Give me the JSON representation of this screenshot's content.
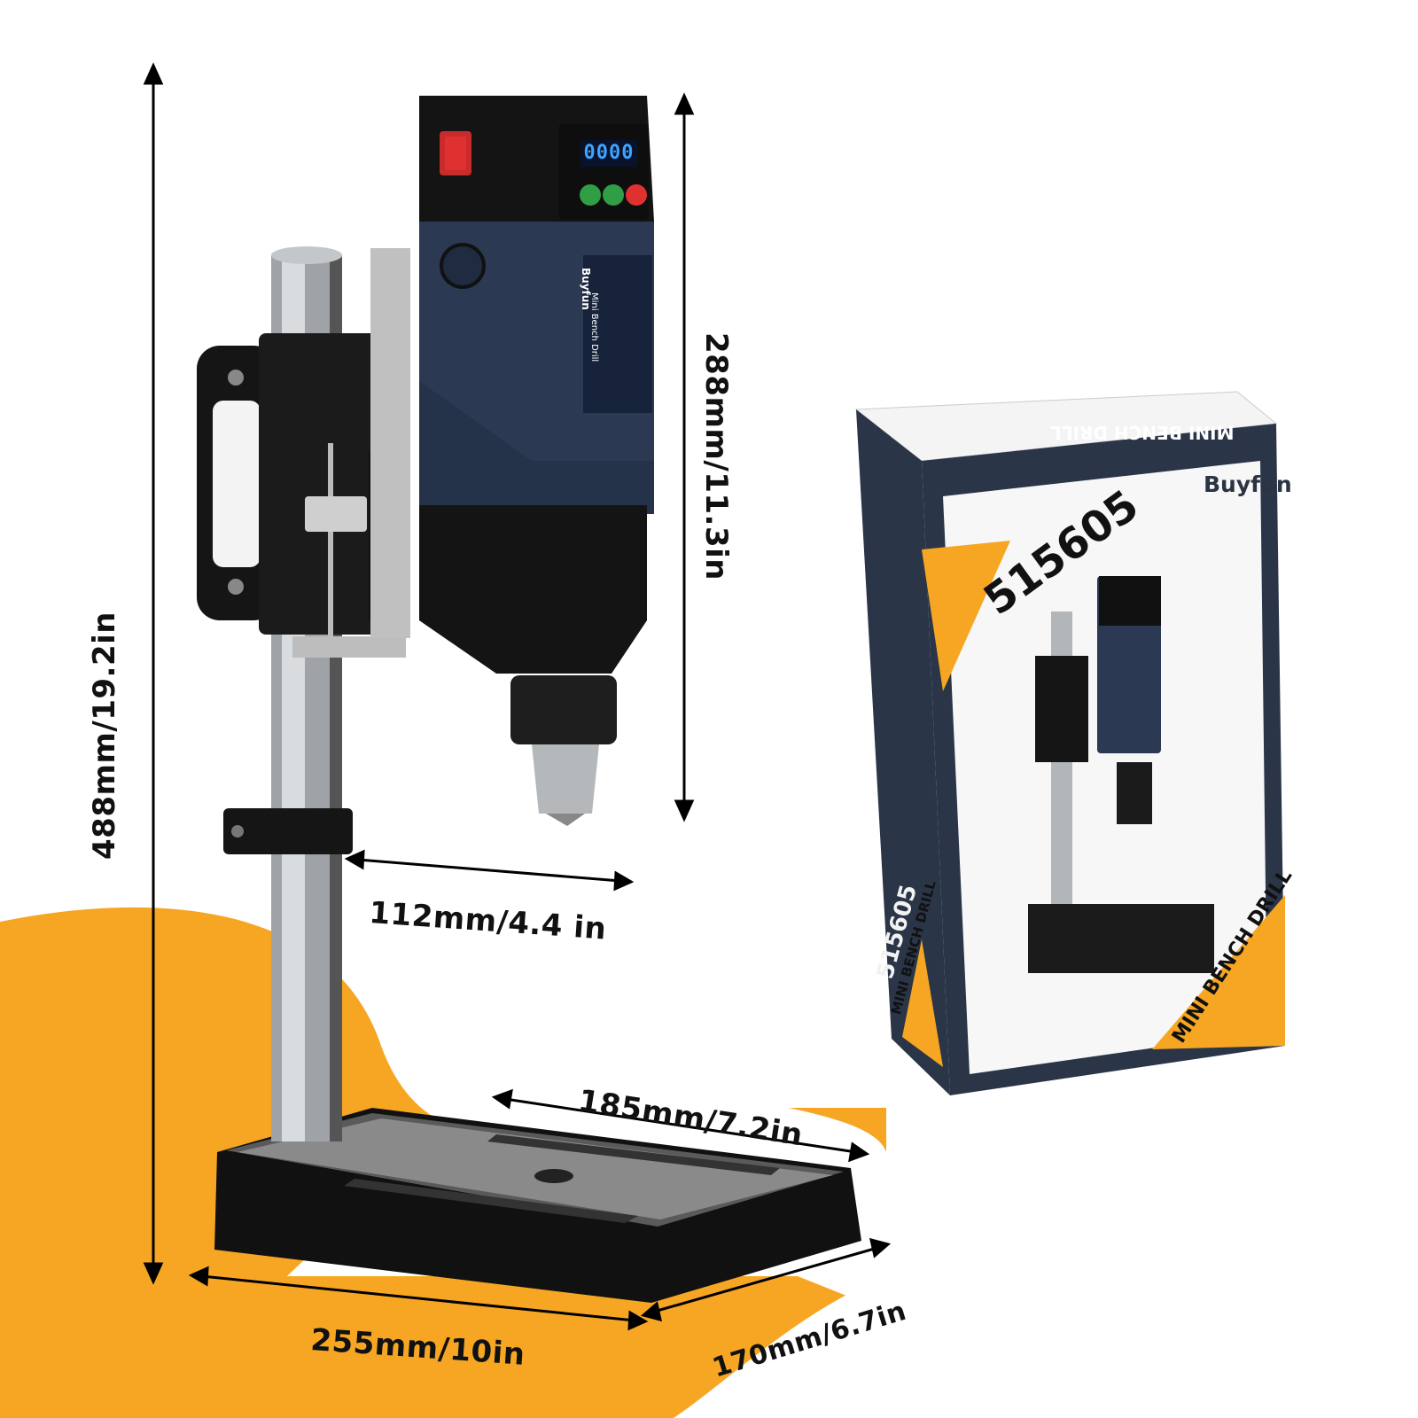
{
  "dimensions": {
    "total_height": "488mm/19.2in",
    "head_height": "288mm/11.3in",
    "throat_depth": "112mm/4.4 in",
    "table_width": "185mm/7.2in",
    "base_width": "255mm/10in",
    "base_depth": "170mm/6.7in"
  },
  "machine": {
    "display_value": "0000",
    "label_brand": "Buyfun",
    "label_product": "Mini Bench Drill"
  },
  "package": {
    "brand": "Buyfun",
    "model": "515605",
    "product_name": "MINI BENCH DRILL",
    "top_text": "MINI BENCH DRILL"
  },
  "colors": {
    "accent_orange": "#f6a623",
    "motor_blue": "#2b3a52",
    "body_black": "#1a1a1a"
  }
}
